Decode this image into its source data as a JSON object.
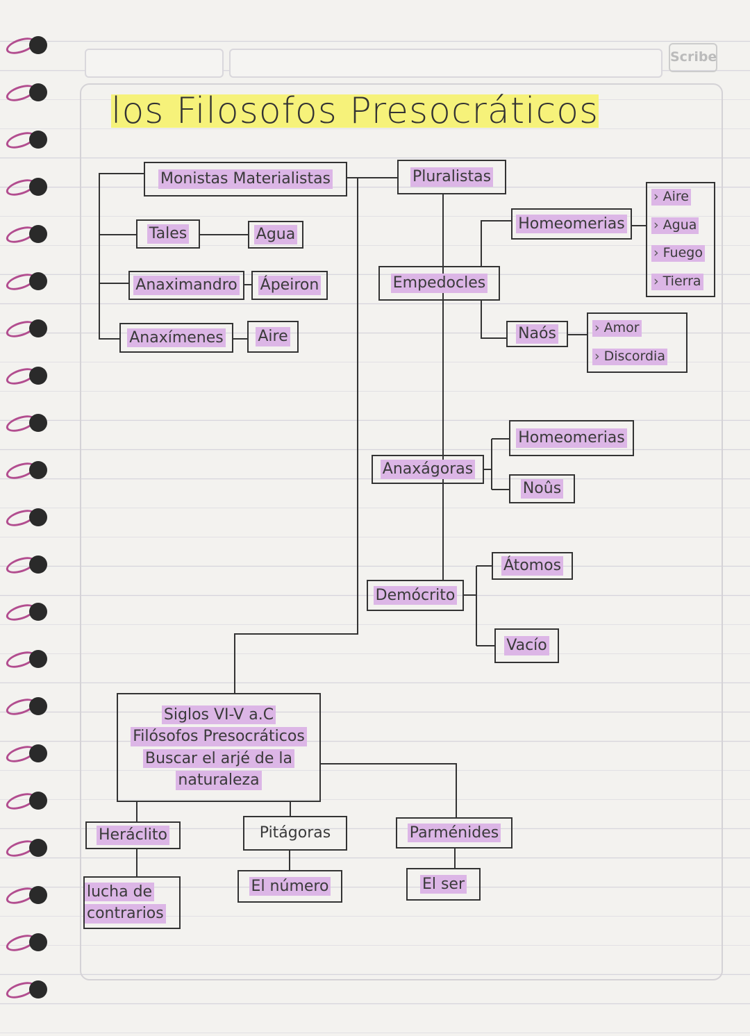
{
  "notebook": {
    "brand_logo": "Scribe"
  },
  "title": "los Filosofos Presocráticos",
  "diagram": {
    "monistas": "Monistas Materialistas",
    "tales": "Tales",
    "tales_arje": "Agua",
    "anaximandro": "Anaximandro",
    "anaximandro_arje": "Ápeiron",
    "anaximenes": "Anaxímenes",
    "anaximenes_arje": "Aire",
    "pluralistas": "Pluralistas",
    "empedocles": "Empedocles",
    "empedocles_homeomerias": "Homeomerias",
    "elements": [
      "Aire",
      "Agua",
      "Fuego",
      "Tierra"
    ],
    "empedocles_nous": "Naós",
    "forces": [
      "Amor",
      "Discordia"
    ],
    "anaxagoras": "Anaxágoras",
    "anaxagoras_homeomerias": "Homeomerias",
    "anaxagoras_nous": "Noûs",
    "democrito": "Demócrito",
    "atomos": "Átomos",
    "vacio": "Vacío",
    "center": [
      "Siglos VI-V a.C",
      "Filósofos Presocráticos",
      "Buscar el arjé de la",
      "naturaleza"
    ],
    "heraclito": "Heráclito",
    "heraclito_idea": [
      "lucha de",
      "contrarios"
    ],
    "pitagoras": "Pitágoras",
    "pitagoras_idea": "El número",
    "parmenides": "Parménides",
    "parmenides_idea": "El ser"
  },
  "colors": {
    "highlight_pink": "#dcb6e6",
    "highlight_yellow": "#f6f27a",
    "spiral": "#b24d8f"
  }
}
